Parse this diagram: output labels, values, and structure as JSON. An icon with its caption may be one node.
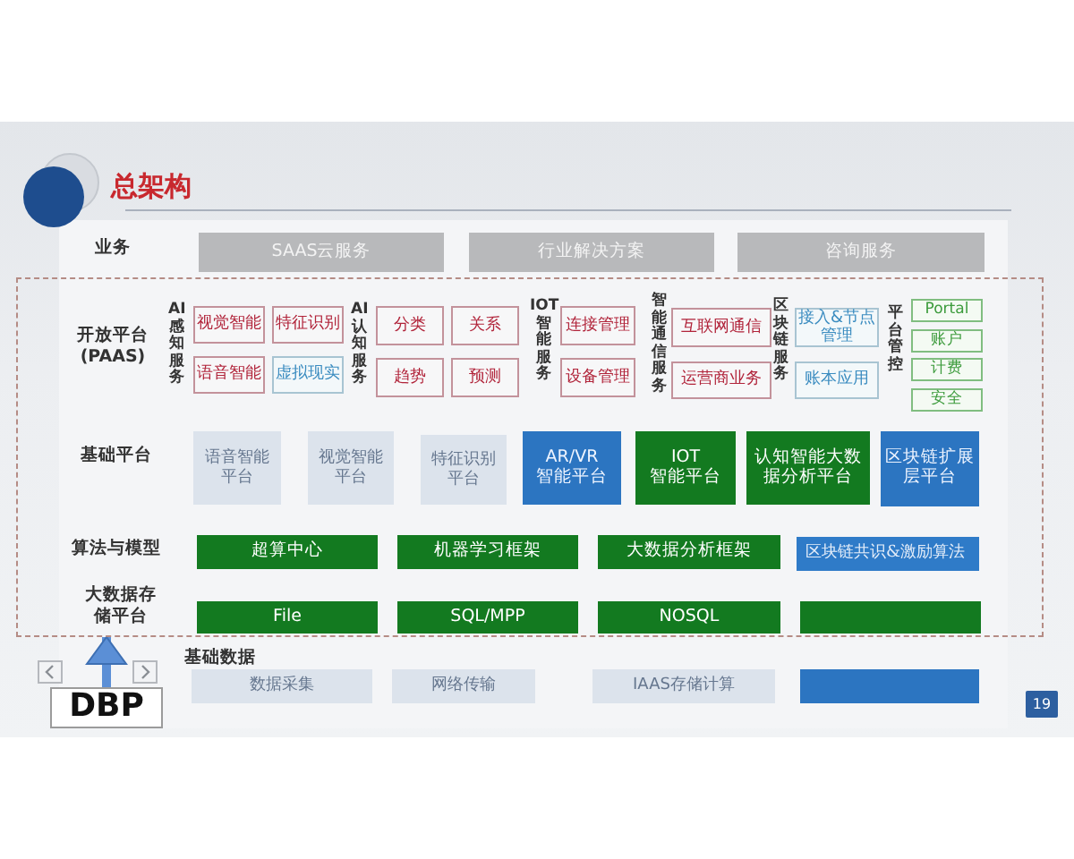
{
  "diagram": {
    "title": "总架构",
    "nodes": [
      {
        "text": [
          "SAAS云服务"
        ]
      },
      {
        "text": [
          "行业解决方案"
        ]
      },
      {
        "text": [
          "咨询服务"
        ]
      },
      {
        "text": [],
        "shape": "box"
      },
      {
        "text": [
          "视觉智能"
        ],
        "in": 3
      },
      {
        "text": [
          "特征识别"
        ],
        "in": 3
      },
      {
        "text": [
          "语音智能"
        ],
        "in": 3
      },
      {
        "text": [
          "虚拟现实"
        ],
        "in": 3
      },
      {
        "text": [
          "分类"
        ],
        "in": 3
      },
      {
        "text": [
          "关系"
        ],
        "in": 3
      },
      {
        "text": [
          "趋势"
        ],
        "in": 3
      },
      {
        "text": [
          "预测"
        ],
        "in": 3
      },
      {
        "text": [
          "连接管理"
        ],
        "in": 3
      },
      {
        "text": [
          "设备管理"
        ],
        "in": 3
      },
      {
        "text": [
          "互联网通信"
        ],
        "in": 3
      },
      {
        "text": [
          "运营商业务"
        ],
        "in": 3
      },
      {
        "text": [
          "接入&节点管理"
        ],
        "in": 3
      },
      {
        "text": [
          "账本应用"
        ],
        "in": 3
      },
      {
        "text": [
          "Portal"
        ],
        "in": 3
      },
      {
        "text": [
          "账户"
        ],
        "in": 3
      },
      {
        "text": [
          "计费"
        ],
        "in": 3
      },
      {
        "text": [
          "安全"
        ],
        "in": 3
      },
      {
        "text": [
          "语音智能平台"
        ],
        "in": 3
      },
      {
        "text": [
          "视觉智能平台"
        ],
        "in": 3
      },
      {
        "text": [
          "特征识别平台"
        ],
        "in": 3
      },
      {
        "text": [
          "AR/VR 智能平台"
        ],
        "in": 3
      },
      {
        "text": [
          "IOT 智能平台"
        ],
        "in": 3
      },
      {
        "text": [
          "认知智能大数据分析平台"
        ],
        "in": 3
      },
      {
        "text": [
          "区块链扩展层平台"
        ],
        "in": 3
      },
      {
        "text": [
          "超算中心"
        ],
        "in": 3
      },
      {
        "text": [
          "机器学习框架"
        ],
        "in": 3
      },
      {
        "text": [
          "大数据分析框架"
        ],
        "in": 3
      },
      {
        "text": [
          "区块链共识&激励算法"
        ],
        "in": 3
      },
      {
        "text": [
          "File"
        ],
        "in": 3
      },
      {
        "text": [
          "SQL/MPP"
        ],
        "in": 3
      },
      {
        "text": [
          "NOSQL"
        ],
        "in": 3
      },
      {
        "text": [],
        "shape": "box",
        "in": 3
      },
      {
        "text": [
          "数据采集"
        ]
      },
      {
        "text": [
          "网络传输"
        ]
      },
      {
        "text": [
          "IAAS存储计算"
        ]
      },
      {
        "text": [],
        "shape": "box"
      },
      {
        "text": [
          "DBP"
        ]
      }
    ],
    "edges": [
      {
        "from": 41,
        "to": 3,
        "arrow": "to"
      }
    ],
    "labels": [
      "业务",
      "开放平台 (PAAS)",
      "AI感知服务",
      "AI认知服务",
      "IOT智能服务",
      "智能通信服务",
      "区块链服务",
      "平台管控",
      "基础平台",
      "算法与模型",
      "大数据存储平台",
      "基础数据",
      "19"
    ]
  }
}
